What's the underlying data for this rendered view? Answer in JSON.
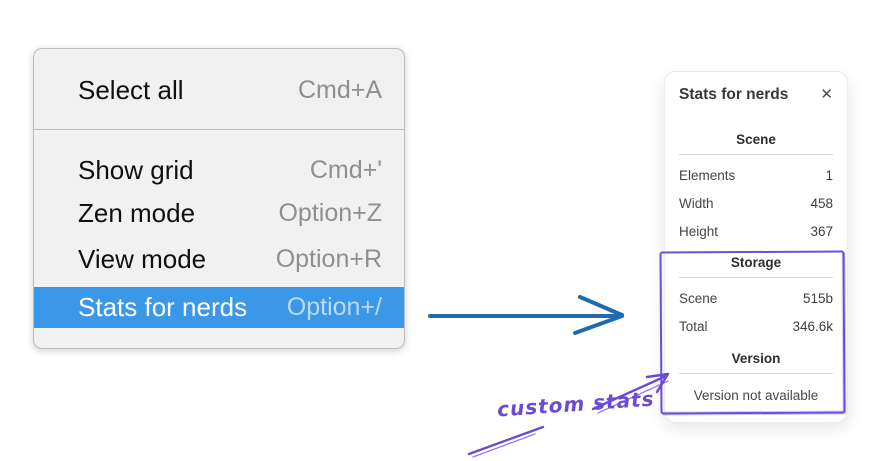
{
  "menu": {
    "items": [
      {
        "label": "Select all",
        "shortcut": "Cmd+A",
        "highlighted": false
      },
      {
        "label": "Show grid",
        "shortcut": "Cmd+'",
        "highlighted": false
      },
      {
        "label": "Zen mode",
        "shortcut": "Option+Z",
        "highlighted": false
      },
      {
        "label": "View mode",
        "shortcut": "Option+R",
        "highlighted": false
      },
      {
        "label": "Stats for nerds",
        "shortcut": "Option+/",
        "highlighted": true
      }
    ],
    "highlight_color": "#3b97e8"
  },
  "panel": {
    "title": "Stats for nerds",
    "close_glyph": "✕",
    "sections": [
      {
        "title": "Scene",
        "rows": [
          {
            "label": "Elements",
            "value": "1"
          },
          {
            "label": "Width",
            "value": "458"
          },
          {
            "label": "Height",
            "value": "367"
          }
        ]
      },
      {
        "title": "Storage",
        "rows": [
          {
            "label": "Scene",
            "value": "515b"
          },
          {
            "label": "Total",
            "value": "346.6k"
          }
        ]
      },
      {
        "title": "Version",
        "note": "Version not available"
      }
    ]
  },
  "annotation": {
    "label": "custom stats",
    "color": "#6d4ad2",
    "box_color": "#6c4fd4"
  },
  "arrow": {
    "color": "#1f6ab3"
  }
}
